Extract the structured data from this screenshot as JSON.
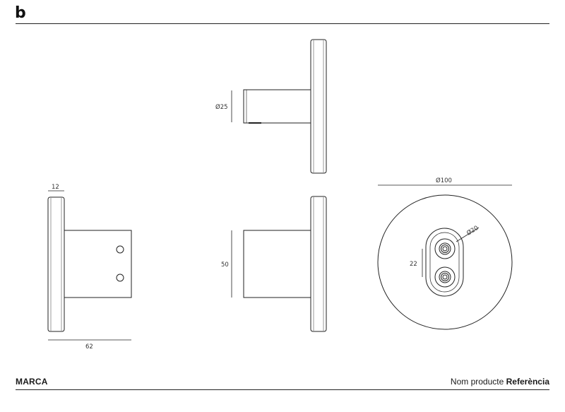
{
  "header": {
    "logo": "b"
  },
  "footer": {
    "brand": "MARCA",
    "product_name": "Nom producte",
    "reference": "Referència"
  },
  "dimensions": {
    "top_diameter": "Ø25",
    "side_thickness": "12",
    "side_length": "62",
    "front_height": "50",
    "rose_diameter": "Ø100",
    "hole_diameter": "Ø20",
    "hole_spacing": "22"
  }
}
